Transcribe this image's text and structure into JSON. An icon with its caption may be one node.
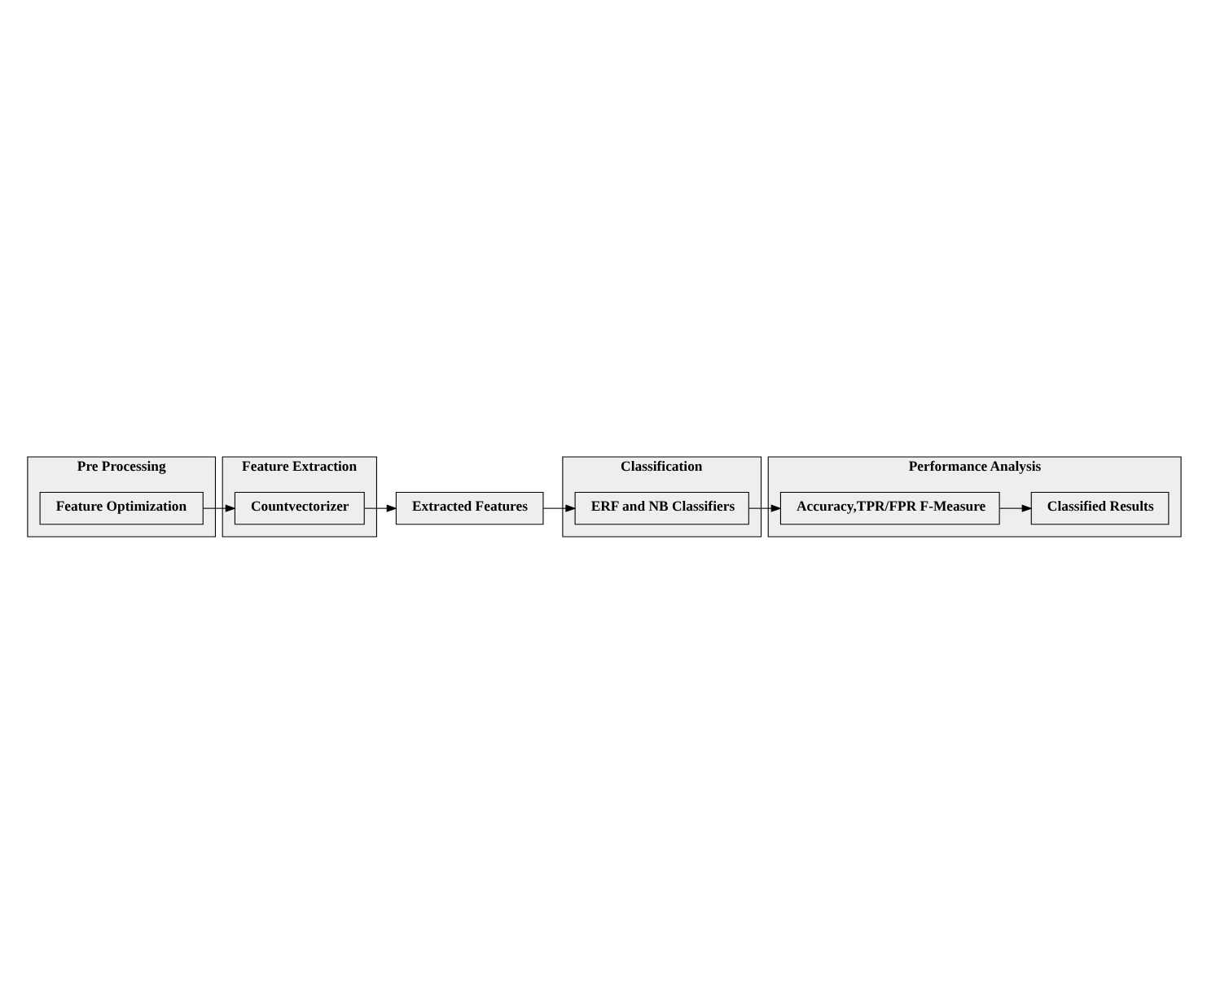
{
  "diagram": {
    "nodes": [
      {
        "text": [
          "Pre Processing"
        ]
      },
      {
        "text": [
          "Feature Optimization"
        ],
        "in": 0
      },
      {
        "text": [
          "Feature Extraction"
        ]
      },
      {
        "text": [
          "Countvectorizer"
        ],
        "in": 2
      },
      {
        "text": [
          "Extracted Features"
        ]
      },
      {
        "text": [
          "Performance Analysis"
        ]
      },
      {
        "text": [
          "Accuracy,TPR/FPR F-Measure"
        ],
        "in": 5
      },
      {
        "text": [
          "Classified Results"
        ],
        "in": 5
      },
      {
        "text": [
          "Classification"
        ]
      },
      {
        "text": [
          "ERF and NB Classifiers"
        ],
        "in": 8
      }
    ],
    "edges": [
      {
        "from": 1,
        "to": 3,
        "arrow": "to"
      },
      {
        "from": 3,
        "to": 4,
        "arrow": "to"
      },
      {
        "from": 4,
        "to": 9,
        "arrow": "to"
      },
      {
        "from": 9,
        "to": 6,
        "arrow": "to"
      },
      {
        "from": 6,
        "to": 7,
        "arrow": "to"
      }
    ]
  }
}
